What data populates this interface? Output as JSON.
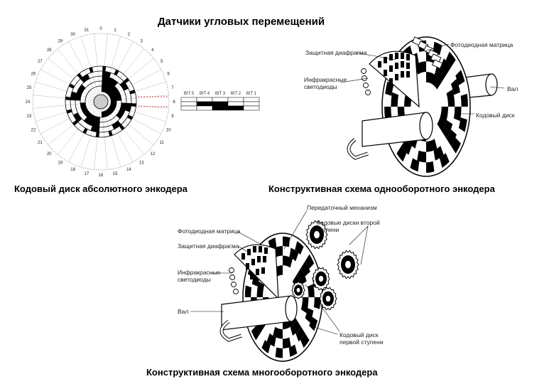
{
  "title": "Датчики угловых перемещений",
  "captions": {
    "absolute_disk": "Кодовый диск абсолютного энкодера",
    "single_turn": "Конструктивная схема однооборотного энкодера",
    "multi_turn": "Конструктивная схема многооборотного энкодера"
  },
  "disk": {
    "sector_numbers": [
      "0",
      "1",
      "2",
      "3",
      "4",
      "5",
      "6",
      "7",
      "8",
      "9",
      "10",
      "11",
      "12",
      "13",
      "14",
      "15",
      "16",
      "17",
      "18",
      "19",
      "20",
      "21",
      "22",
      "23",
      "24",
      "25",
      "26",
      "27",
      "28",
      "29",
      "30",
      "31"
    ],
    "bit_labels": [
      "BIT 5",
      "BIT 4",
      "BIT 3",
      "BIT 2",
      "BIT 1"
    ]
  },
  "single_turn_labels": {
    "photodiode_matrix": "Фотодиодная матрица",
    "protective_diaphragm": "Защитная диафрагма",
    "ir_leds": "Инфракрасные\nсветодиоды",
    "shaft": "Вал",
    "code_disk": "Кодовый диск"
  },
  "multi_turn_labels": {
    "gear_mechanism": "Передаточный механизм",
    "code_disks_second_level": "Кодовые диски второй\nступени",
    "photodiode_matrix": "Фотодиодная матрица",
    "protective_diaphragm": "Защитная диафрагма",
    "ir_leds": "Инфракрасные\nсветодиоды",
    "shaft": "Вал",
    "code_disk_first_level": "Кодовый диск\nпервой ступени"
  }
}
